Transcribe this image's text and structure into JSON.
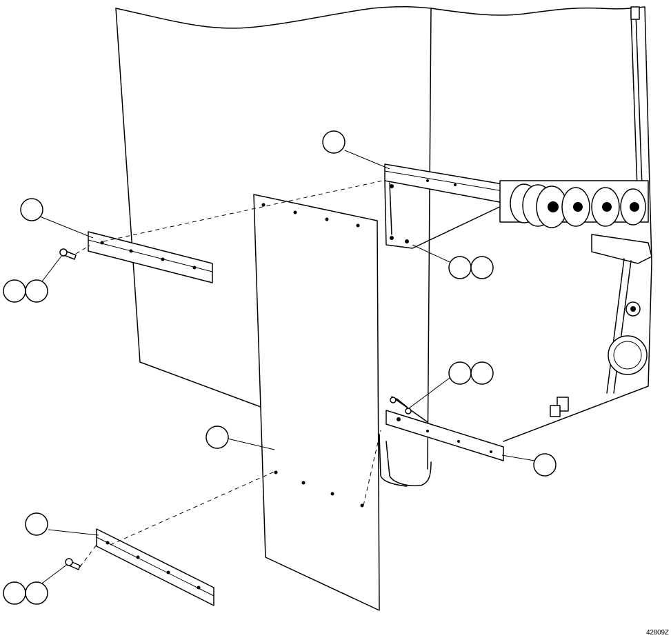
{
  "figure_id": "42809Z",
  "callouts": [
    {
      "name": "callout-upper-left-bracket",
      "text": ""
    },
    {
      "name": "callout-left-bolt-a",
      "text": ""
    },
    {
      "name": "callout-left-bolt-b",
      "text": ""
    },
    {
      "name": "callout-upper-right-bracket",
      "text": ""
    },
    {
      "name": "callout-upper-hardware-a",
      "text": ""
    },
    {
      "name": "callout-upper-hardware-b",
      "text": ""
    },
    {
      "name": "callout-lower-hardware-a",
      "text": ""
    },
    {
      "name": "callout-lower-hardware-b",
      "text": ""
    },
    {
      "name": "callout-lower-right-bracket",
      "text": ""
    },
    {
      "name": "callout-panel",
      "text": ""
    },
    {
      "name": "callout-lower-left-bracket",
      "text": ""
    },
    {
      "name": "callout-lower-bolt-a",
      "text": ""
    },
    {
      "name": "callout-lower-bolt-b",
      "text": ""
    }
  ]
}
